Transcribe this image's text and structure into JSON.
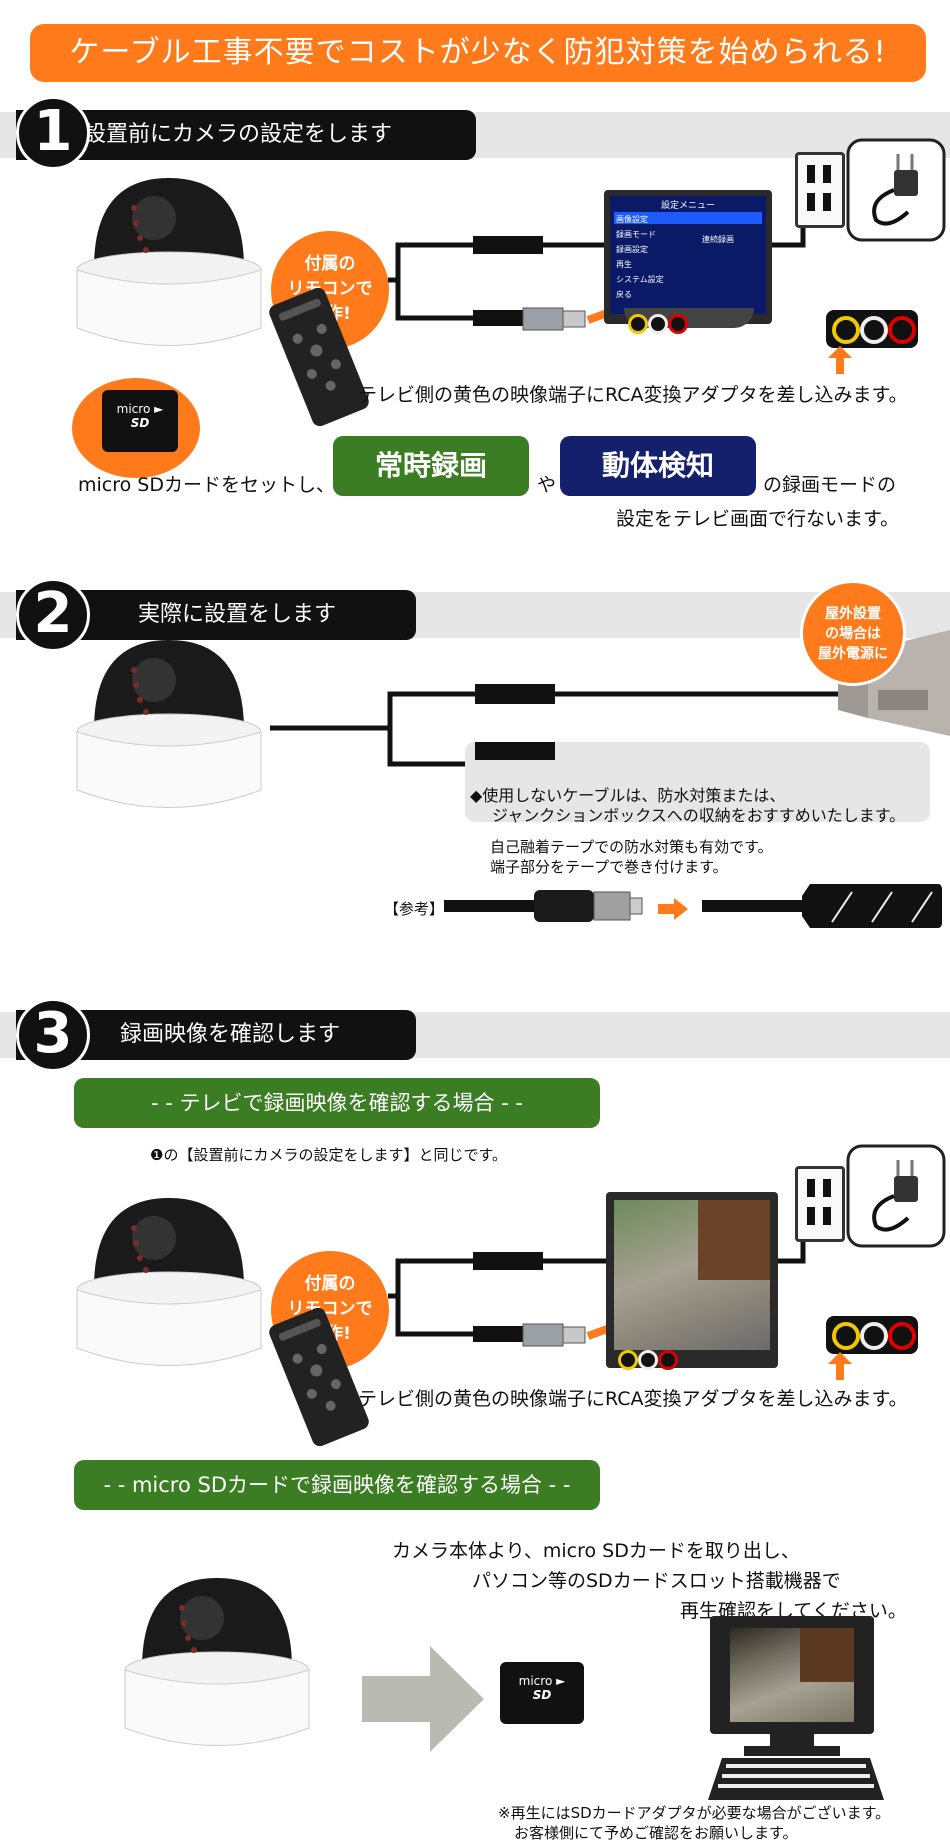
{
  "banner": {
    "title": "ケーブル工事不要でコストが少なく防犯対策を始められる!"
  },
  "step1": {
    "number": "1",
    "title": "設置前にカメラの設定をします",
    "remote_badge": [
      "付属の",
      "リモコンで",
      "操作!"
    ],
    "monitor_menu": {
      "title": "設定メニュー",
      "items": [
        "画像設定",
        "録画モード",
        "録画設定",
        "再生",
        "システム設定",
        "戻る"
      ],
      "side_label": "連続録画"
    },
    "rca_note": "テレビ側の黄色の映像端子にRCA変換アダプタを差し込みます。",
    "sd_card": {
      "line1": "micro ►",
      "line2": "SD"
    },
    "setting_text_a": "micro SDカードをセットし、",
    "mode_continuous": "常時録画",
    "connector": "や",
    "mode_motion": "動体検知",
    "setting_text_b": "の録画モードの",
    "setting_text_c": "設定をテレビ画面で行ないます。"
  },
  "step2": {
    "number": "2",
    "title": "実際に設置をします",
    "outdoor_badge": [
      "屋外設置",
      "の場合は",
      "屋外電源に"
    ],
    "note_line1": "◆使用しないケーブルは、防水対策または、",
    "note_line2": "ジャンクションボックスへの収納をおすすめいたします。",
    "tape_line1": "自己融着テープでの防水対策も有効です。",
    "tape_line2": "端子部分をテープで巻き付けます。",
    "reference_label": "【参考】"
  },
  "step3": {
    "number": "3",
    "title": "録画映像を確認します",
    "tv_header": "- - テレビで録画映像を確認する場合 - -",
    "tv_same_note": "❶の【設置前にカメラの設定をします】と同じです。",
    "remote_badge": [
      "付属の",
      "リモコンで",
      "操作!"
    ],
    "rca_note": "テレビ側の黄色の映像端子にRCA変換アダプタを差し込みます。",
    "sd_header": "- - micro SDカードで録画映像を確認する場合 - -",
    "sd_line1": "カメラ本体より、micro SDカードを取り出し、",
    "sd_line2": "パソコン等のSDカードスロット搭載機器で",
    "sd_line3": "再生確認をしてください。",
    "sd_card": {
      "line1": "micro ►",
      "line2": "SD"
    },
    "footnote_line1": "※再生にはSDカードアダプタが必要な場合がございます。",
    "footnote_line2": "お客様側にて予めご確認をお願いします。"
  },
  "colors": {
    "orange": "#ff7a1a",
    "green_mode": "#3a7d22",
    "navy_mode": "#14206b",
    "black_bar": "#111111",
    "grey_stripe": "#e6e6e6"
  }
}
